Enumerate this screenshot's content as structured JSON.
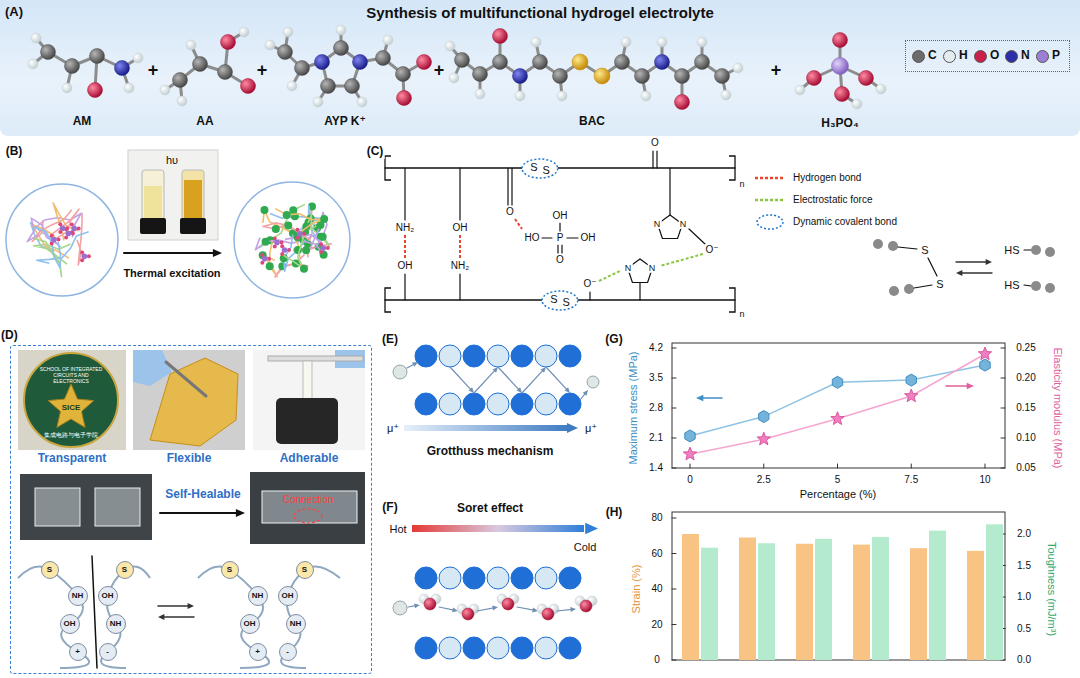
{
  "diagram": {
    "nodes": [
      {
        "text": [
          "(A)",
          "Synthesis of multifunctional hydrogel electrolyte"
        ]
      },
      {
        "text": [
          "S",
          "S"
        ]
      },
      {
        "text": [
          "S",
          "S"
        ]
      },
      {
        "text": [
          "(D)"
        ]
      },
      {
        "text": [
          "S"
        ],
        "in": 3
      },
      {
        "text": [
          "NH"
        ],
        "in": 3
      },
      {
        "text": [
          "OH"
        ],
        "in": 3
      },
      {
        "text": [
          "+"
        ],
        "in": 3
      },
      {
        "text": [
          "S"
        ],
        "in": 3
      },
      {
        "text": [
          "OH"
        ],
        "in": 3
      },
      {
        "text": [
          "NH"
        ],
        "in": 3
      },
      {
        "text": [
          "-"
        ],
        "in": 3
      },
      {
        "text": [
          "S"
        ],
        "in": 3
      },
      {
        "text": [
          "NH"
        ],
        "in": 3
      },
      {
        "text": [
          "OH"
        ],
        "in": 3
      },
      {
        "text": [
          "+"
        ],
        "in": 3
      },
      {
        "text": [
          "S"
        ],
        "in": 3
      },
      {
        "text": [
          "OH"
        ],
        "in": 3
      },
      {
        "text": [
          "NH"
        ],
        "in": 3
      },
      {
        "text": [
          "-"
        ],
        "in": 3
      }
    ],
    "labels": [
      "AM",
      "AA",
      "AYP K⁺",
      "BAC",
      "H₃PO₄",
      "+",
      "+",
      "+",
      "+",
      "(B)",
      "hυ",
      "Thermal excitation",
      "(C)",
      "O",
      "NH₂",
      "OH",
      "OH",
      "NH₂",
      "O",
      "HO",
      "P",
      "OH",
      "OH",
      "O",
      "O⁻",
      "N",
      "N",
      "O⁻",
      "N",
      "N",
      "n",
      "n",
      "S",
      "S",
      "HS",
      "HS",
      "Transparent",
      "Flexible",
      "Adherable",
      "Self-Healable",
      "Connection",
      "SCHOOL OF INTEGRATED CIRCUITS AND ELECTRONICS",
      "SICE",
      "集成电路与电子学院",
      "(E)",
      "Grotthuss mechanism",
      "μ⁺",
      "μ⁺",
      "(F)",
      "Soret effect",
      "Hot",
      "Cold",
      "(G)",
      "4.2",
      "3.5",
      "2.8",
      "2.1",
      "1.4",
      "0.25",
      "0.20",
      "0.15",
      "0.10",
      "0.05",
      "0",
      "2.5",
      "5",
      "7.5",
      "10",
      "Maximum stress (MPa)",
      "Elasticity modulus (MPa)",
      "Percentage (%)",
      "(H)",
      "80",
      "60",
      "40",
      "20",
      "0",
      "2.0",
      "1.5",
      "1.0",
      "0.5",
      "0.0",
      "Strain (%)",
      "Toughness (mJ/m³)"
    ],
    "legend": [
      {
        "text": "C",
        "color": "#6b6b6b"
      },
      {
        "text": "H",
        "color": "#e3ecee"
      },
      {
        "text": "O",
        "color": "#c8204a"
      },
      {
        "text": "N",
        "color": "#2b2fa8"
      },
      {
        "text": "P",
        "color": "#9a7fd3"
      },
      {
        "text": "Hydrogen bond"
      },
      {
        "text": "Electrostatic force"
      },
      {
        "text": "Dynamic covalent bond"
      }
    ]
  }
}
